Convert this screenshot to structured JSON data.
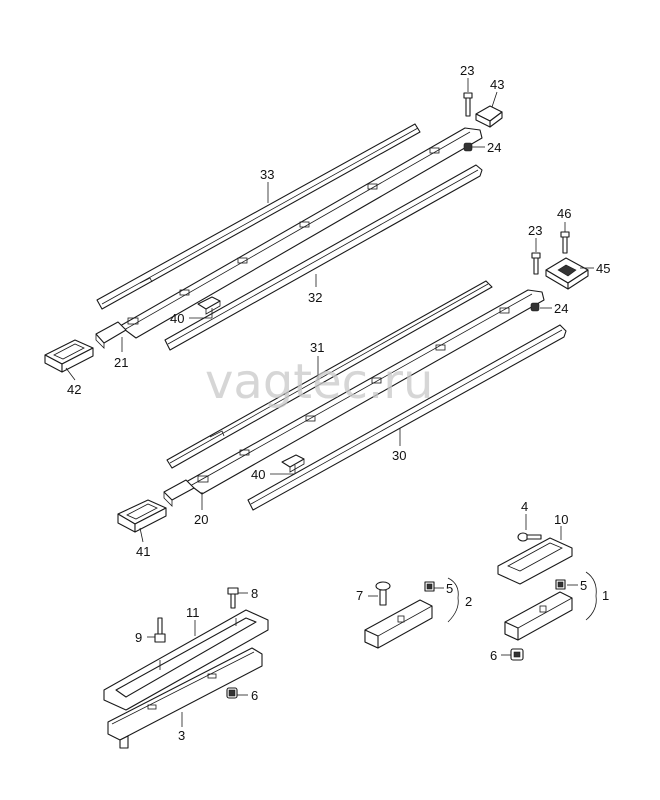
{
  "watermark": "vagtec.ru",
  "callouts": {
    "c1": "1",
    "c2": "2",
    "c3": "3",
    "c4": "4",
    "c5a": "5",
    "c5b": "5",
    "c6a": "6",
    "c6b": "6",
    "c7": "7",
    "c8": "8",
    "c9": "9",
    "c10": "10",
    "c11": "11",
    "c20": "20",
    "c21": "21",
    "c23a": "23",
    "c23b": "23",
    "c24a": "24",
    "c24b": "24",
    "c30": "30",
    "c31": "31",
    "c32": "32",
    "c33": "33",
    "c40a": "40",
    "c40b": "40",
    "c41": "41",
    "c42": "42",
    "c43": "43",
    "c45": "45",
    "c46": "46"
  },
  "colors": {
    "line": "#1a1a1a",
    "watermark": "#c8c8c8",
    "background": "#ffffff"
  }
}
